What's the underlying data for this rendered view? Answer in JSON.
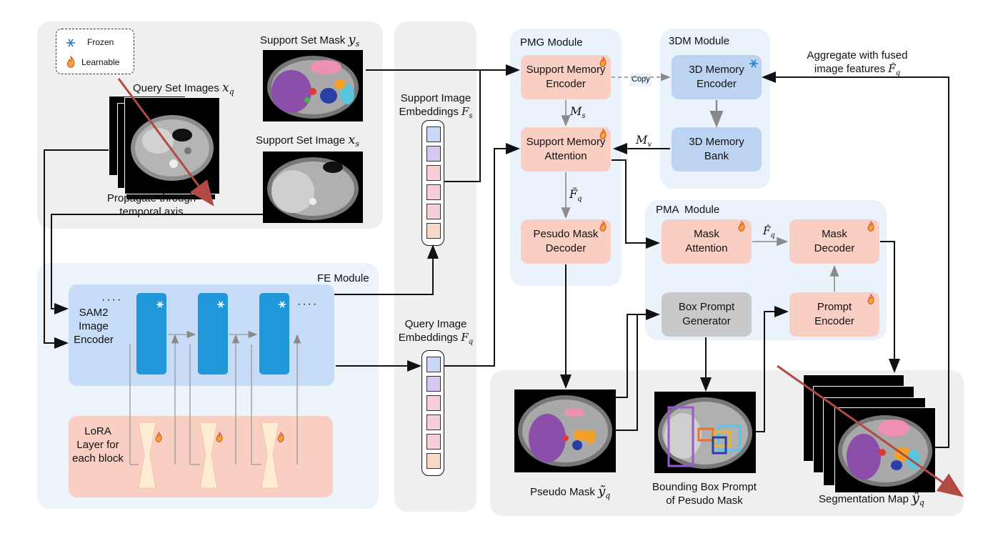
{
  "legend": {
    "frozen": "Frozen",
    "learnable": "Learnable"
  },
  "images": {
    "query_set": "Query Set Images",
    "query_set_sym": "x",
    "query_set_sub": "q",
    "support_mask": "Support Set Mask",
    "support_mask_sym": "y",
    "support_mask_sub": "s",
    "support_image": "Support Set Image",
    "support_image_sym": "x",
    "support_image_sub": "s",
    "propagate_line1": "Propagate through",
    "propagate_line2": "temporal axis"
  },
  "embeddings": {
    "support_line1": "Support Image",
    "support_line2": "Embeddings",
    "support_sym": "F",
    "support_sub": "s",
    "query_line1": "Query Image",
    "query_line2": "Embeddings",
    "query_sym": "F",
    "query_sub": "q"
  },
  "fe_module": {
    "title": "FE Module",
    "encoder_line1": "SAM2",
    "encoder_line2": "Image",
    "encoder_line3": "Encoder",
    "dots": "····",
    "lora_line1": "LoRA",
    "lora_line2": "Layer for",
    "lora_line3": "each block"
  },
  "pmg_module": {
    "title": "PMG Module",
    "encoder_line1": "Support Memory",
    "encoder_line2": "Encoder",
    "attention_line1": "Support Memory",
    "attention_line2": "Attention",
    "decoder_line1": "Pesudo Mask",
    "decoder_line2": "Decoder",
    "ms": "M",
    "ms_sub": "s",
    "fq_tilde": "F̃",
    "fq_sub": "q"
  },
  "ddd_module": {
    "title": "3DM Module",
    "encoder_line1": "3D Memory",
    "encoder_line2": "Encoder",
    "bank_line1": "3D Memory",
    "bank_line2": "Bank",
    "copy": "Copy",
    "mv": "M",
    "mv_sub": "v"
  },
  "aggregate": {
    "line1": "Aggregate with fused",
    "line2": "image features",
    "sym": "F̂",
    "sub": "q"
  },
  "pma_module": {
    "title": "PMA  Module",
    "mask_attention_line1": "Mask",
    "mask_attention_line2": "Attention",
    "mask_decoder_line1": "Mask",
    "mask_decoder_line2": "Decoder",
    "box_prompt_line1": "Box Prompt",
    "box_prompt_line2": "Generator",
    "prompt_encoder_line1": "Prompt",
    "prompt_encoder_line2": "Encoder",
    "fq_hat": "F̂",
    "fq_sub": "q"
  },
  "outputs": {
    "pseudo_mask": "Pseudo Mask",
    "pseudo_mask_sym": "ỹ",
    "pseudo_mask_sub": "q",
    "bbox_line1": "Bounding Box Prompt",
    "bbox_line2": "of Pesudo Mask",
    "seg_map": "Segmentation Map",
    "seg_map_sym": "ŷ",
    "seg_map_sub": "q"
  },
  "colors": {
    "learnable_box": "#f9cfc3",
    "frozen_box": "#bcd4f2",
    "encoder_block": "#1f97d8",
    "panel_grey": "#efefef",
    "fe_panel": "#eaf2fb",
    "arrow_red": "#b24a44"
  },
  "icons": {
    "frozen": "snowflake-icon",
    "learnable": "flame-icon"
  }
}
